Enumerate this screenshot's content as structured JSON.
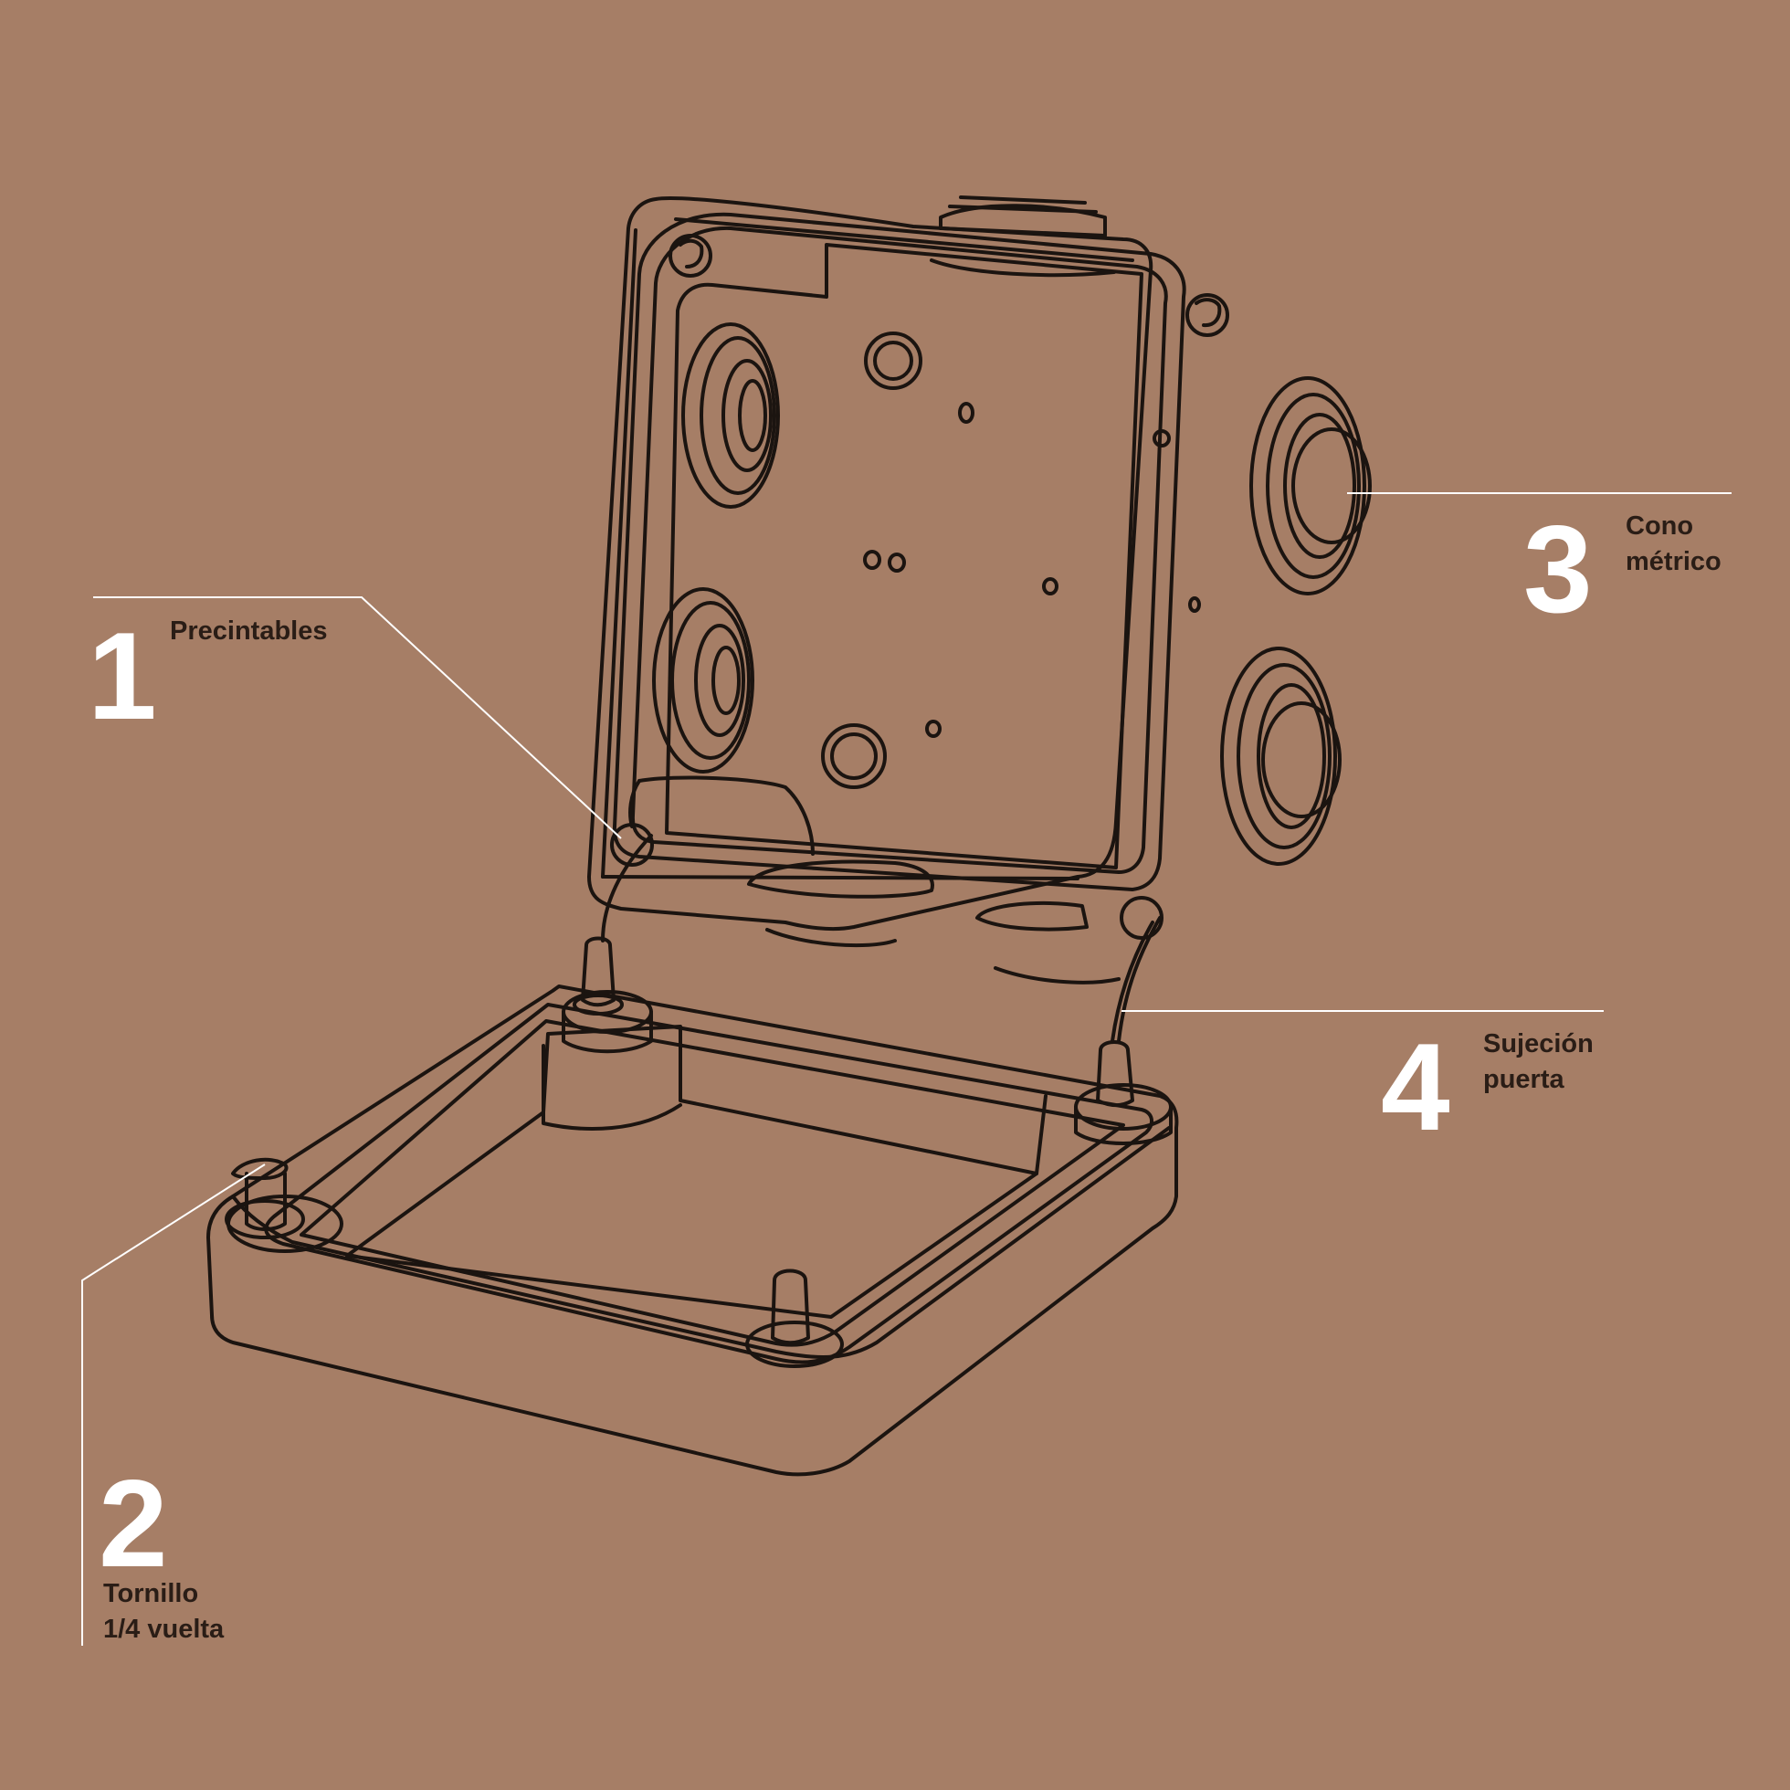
{
  "colors": {
    "background": "#a67e66",
    "line_art": "#1b1410",
    "leader_line": "#ffffff",
    "number": "#ffffff",
    "label": "#2a1d16"
  },
  "callouts": [
    {
      "number": "1",
      "lines": [
        "Precintables"
      ]
    },
    {
      "number": "2",
      "lines": [
        "Tornillo",
        "1/4 vuelta"
      ]
    },
    {
      "number": "3",
      "lines": [
        "Cono",
        "métrico"
      ]
    },
    {
      "number": "4",
      "lines": [
        "Sujeción",
        "puerta"
      ]
    }
  ]
}
